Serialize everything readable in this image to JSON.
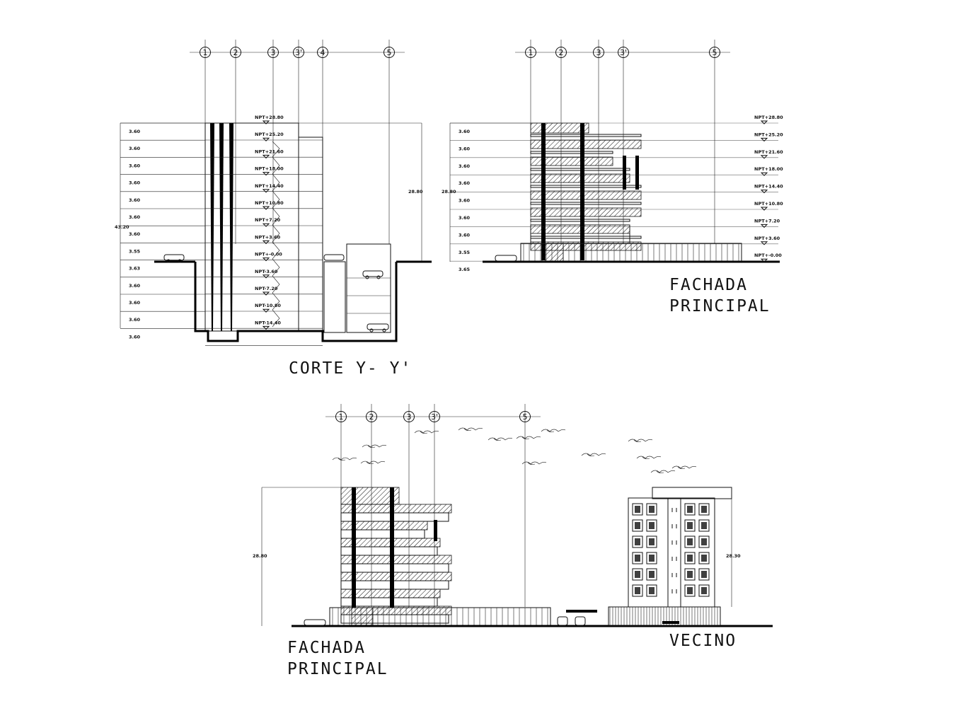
{
  "titles": {
    "corte": "CORTE Y- Y'",
    "fachada_top_1": "FACHADA",
    "fachada_top_2": "PRINCIPAL",
    "fachada_bottom_1": "FACHADA",
    "fachada_bottom_2": "PRINCIPAL",
    "vecino": "VECINO"
  },
  "axes": {
    "corte": [
      "1",
      "2",
      "3",
      "3'",
      "4",
      "5"
    ],
    "fachada_top": [
      "1",
      "2",
      "3",
      "3'",
      "5"
    ],
    "fachada_bottom": [
      "1",
      "2",
      "3",
      "3'",
      "5"
    ]
  },
  "corte_levels": [
    "NPT+28.80",
    "NPT+25.20",
    "NPT+21.60",
    "NPT+18.00",
    "NPT+14.40",
    "NPT+10.80",
    "NPT+7.20",
    "NPT+3.60",
    "NPT+-0.00",
    "NPT-3.60",
    "NPT-7.20",
    "NPT-10.80",
    "NPT-14.40"
  ],
  "corte_floor_heights": [
    "3.60",
    "3.60",
    "3.60",
    "3.60",
    "3.60",
    "3.60",
    "3.60",
    "3.55",
    "3.63",
    "3.60",
    "3.60",
    "3.60",
    "3.60"
  ],
  "corte_total": "43.20",
  "corte_above": "28.80",
  "fachada_levels": [
    "NPT+28.80",
    "NPT+25.20",
    "NPT+21.60",
    "NPT+18.00",
    "NPT+14.40",
    "NPT+10.80",
    "NPT+7.20",
    "NPT+3.60",
    "NPT+-0.00"
  ],
  "fachada_floor_heights": [
    "3.60",
    "3.60",
    "3.60",
    "3.60",
    "3.60",
    "3.60",
    "3.60",
    "3.55",
    "3.65"
  ],
  "fachada_total": "28.80",
  "fachada_bottom_total": "28.80",
  "vecino_dim": "28.30"
}
